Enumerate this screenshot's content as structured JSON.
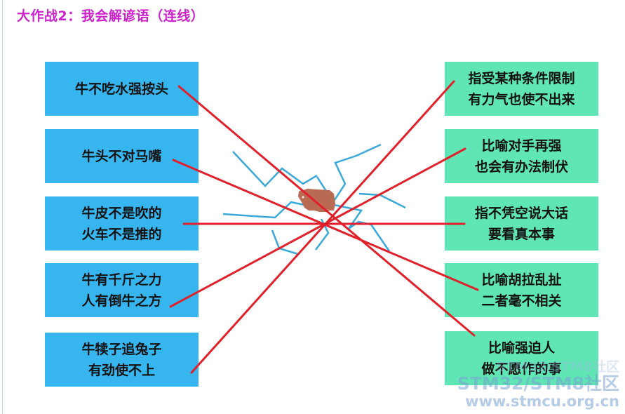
{
  "title": "大作战2：我会解谚语（连线）",
  "left_items": [
    {
      "line1": "牛不吃水强按头",
      "line2": ""
    },
    {
      "line1": "牛头不对马嘴",
      "line2": ""
    },
    {
      "line1": "牛皮不是吹的",
      "line2": "火车不是推的"
    },
    {
      "line1": "牛有千斤之力",
      "line2": "人有倒牛之方"
    },
    {
      "line1": "牛犊子追兔子",
      "line2": "有劲使不上"
    }
  ],
  "right_items": [
    {
      "line1": "指受某种条件限制",
      "line2": "有力气也使不出来"
    },
    {
      "line1": "比喻对手再强",
      "line2": "也会有办法制伏"
    },
    {
      "line1": "指不凭空说大话",
      "line2": "要看真本事"
    },
    {
      "line1": "比喻胡拉乱扯",
      "line2": "二者毫不相关"
    },
    {
      "line1": "比喻强迫人",
      "line2": "做不愿作的事"
    }
  ],
  "watermark": {
    "line1": "STM32/STM8社区",
    "line2": "STM32/STM8社区",
    "line3": "www.stmcu.org.cn"
  },
  "colors": {
    "title": "#cc22cc",
    "left_card": "#37b5ef",
    "right_card": "#5fe6b4",
    "connector_line": "#e0202a",
    "crack_line": "#3aa8d8",
    "cow": "#b86b52"
  },
  "icons": [
    "cow-icon"
  ]
}
